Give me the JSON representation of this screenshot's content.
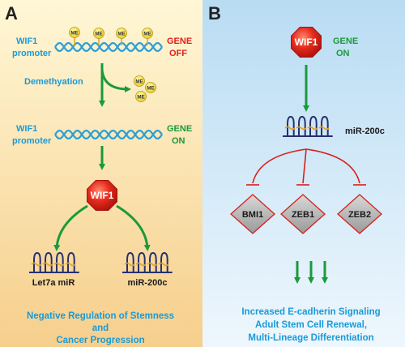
{
  "panel_a": {
    "letter": "A",
    "wif1_promoter_top": [
      "WIF1",
      "promoter"
    ],
    "gene_off": [
      "GENE",
      "OFF"
    ],
    "methyl_label": "ME",
    "demethylation": "Demethyation",
    "wif1_promoter_bottom": [
      "WIF1",
      "promoter"
    ],
    "gene_on": [
      "GENE",
      "ON"
    ],
    "wif1_node": "WIF1",
    "mir_left": "Let7a miR",
    "mir_right": "miR-200c",
    "caption": [
      "Negative Regulation of Stemness",
      "and",
      "Cancer Progression"
    ]
  },
  "panel_b": {
    "letter": "B",
    "wif1_node": "WIF1",
    "gene_on": [
      "GENE",
      "ON"
    ],
    "mir": "miR-200c",
    "targets": [
      "BMI1",
      "ZEB1",
      "ZEB2"
    ],
    "caption": [
      "Increased E-cadherin Signaling",
      "Adult Stem Cell Renewal,",
      "Multi-Lineage Differentiation"
    ]
  },
  "colors": {
    "panel_a_bg_top": "#fff7d6",
    "panel_a_bg_bottom": "#f6cf8c",
    "panel_b_bg_top": "#b9dcf3",
    "panel_b_bg_bottom": "#eef7fd",
    "cyan_text": "#1a9ad8",
    "red_text": "#e0201c",
    "green": "#1a9a3a",
    "wif1_red": "#e62a1c",
    "dna_blue": "#2a9fd8",
    "mir_navy": "#27306e",
    "mir_orange": "#e8a020",
    "inhibit_red": "#d8201a",
    "methyl_yellow": "#f7e640"
  }
}
